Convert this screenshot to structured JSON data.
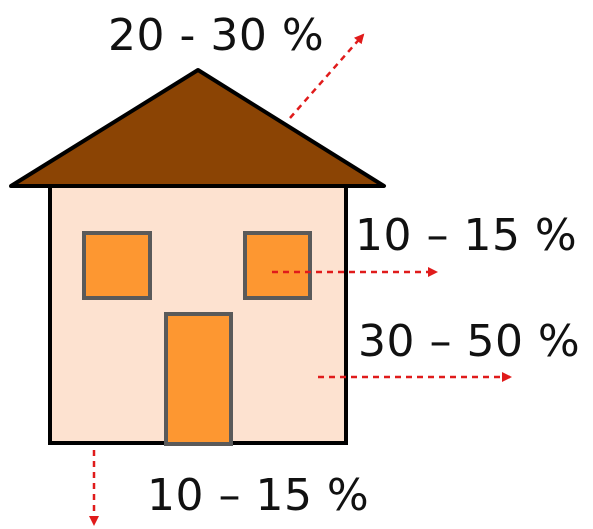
{
  "labels": {
    "roof": "20 - 30 %",
    "windows": "10 – 15 %",
    "walls": "30 – 50 %",
    "floor": "10 – 15 %"
  },
  "colors": {
    "roof": "#8b4404",
    "wall": "#fde2d0",
    "window": "#fd9731",
    "door": "#fd9731",
    "frame_stroke": "#5a5a5a",
    "outline": "#000000",
    "arrow": "#e01b1b"
  }
}
